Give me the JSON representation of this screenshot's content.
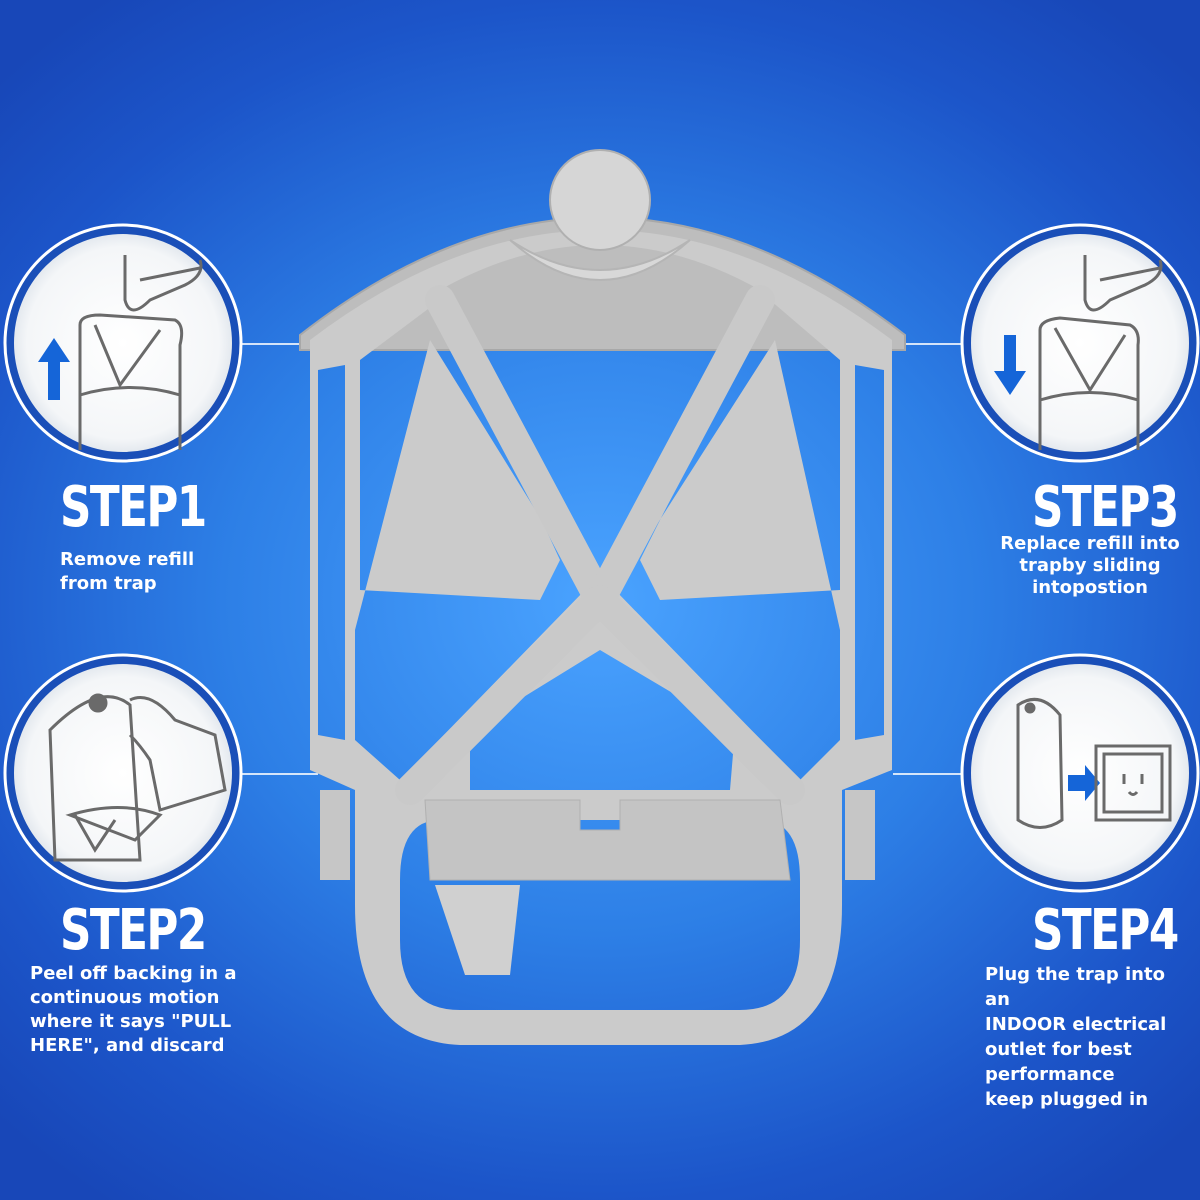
{
  "steps": [
    {
      "title": "STEP1",
      "description": "Remove refill\nfrom trap"
    },
    {
      "title": "STEP2",
      "description": "Peel off backing in a\ncontinuous motion\nwhere it says \"PULL\nHERE\", and discard"
    },
    {
      "title": "STEP3",
      "description": "Replace refill into\ntrapby sliding\nintopostion"
    },
    {
      "title": "STEP4",
      "description": "Plug the trap into an\nINDOOR electrical\noutlet for best\nperformance\nkeep plugged in"
    }
  ],
  "colors": {
    "background": "#2d7fe6",
    "device": "#c9c9c9",
    "circle_border": "#1a4fb8",
    "arrow": "#1565d8"
  },
  "icons": [
    "up-arrow-icon",
    "down-arrow-icon",
    "hand-icon",
    "electrical-outlet-icon",
    "right-arrow-icon"
  ]
}
